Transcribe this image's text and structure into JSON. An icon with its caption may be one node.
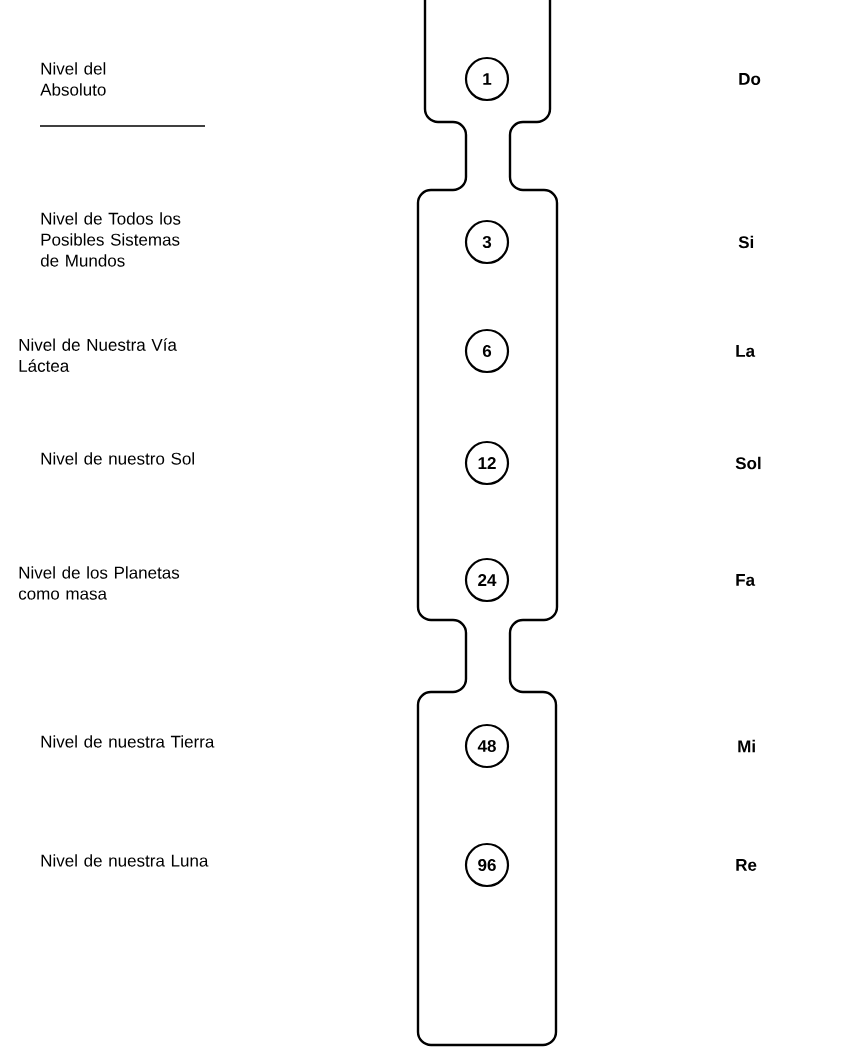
{
  "diagram": {
    "nodes": [
      {
        "text": [
          "1"
        ]
      },
      {
        "text": [
          "3"
        ]
      },
      {
        "text": [
          "6"
        ]
      },
      {
        "text": [
          "12"
        ]
      },
      {
        "text": [
          "24"
        ]
      },
      {
        "text": [
          "48"
        ]
      },
      {
        "text": [
          "96"
        ]
      }
    ],
    "labels": [
      "Nivel del Absoluto",
      "Do",
      "Nivel de Todos los Posibles Sistemas de Mundos",
      "Si",
      "Nivel de Nuestra Vía Láctea",
      "La",
      "Nivel de nuestro Sol",
      "Sol",
      "Nivel de los Planetas como masa",
      "Fa",
      "Nivel de nuestra Tierra",
      "Mi",
      "Nivel de nuestra Luna",
      "Re"
    ]
  }
}
